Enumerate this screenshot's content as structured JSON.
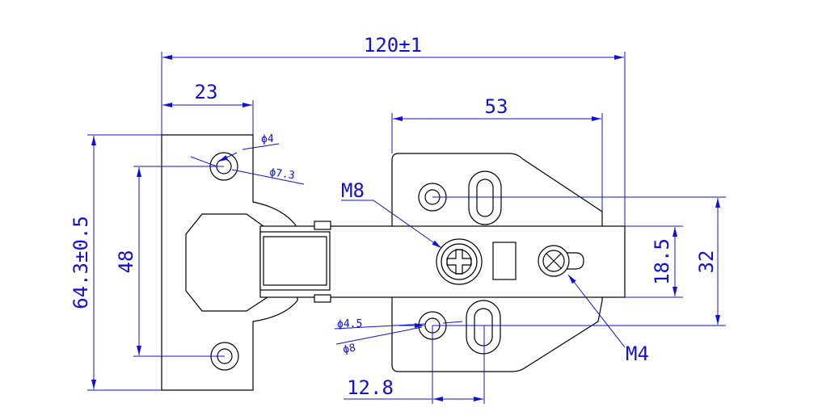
{
  "colors": {
    "part": "#000000",
    "dimension": "#1010d8",
    "background": "#ffffff"
  },
  "dimensions": {
    "overall_length": "120±1",
    "cup_plate_width": "23",
    "arm_plate_width": "53",
    "cup_height": "64.3±0.5",
    "cup_hole_spacing": "48",
    "hole_spacing_32": "32",
    "arm_height": "18.5",
    "slot_offset": "12.8"
  },
  "callouts": {
    "dia_4": "ϕ4",
    "dia_7_3": "ϕ7.3",
    "thread_m8": "M8",
    "thread_m4": "M4",
    "dia_4_5": "ϕ4.5",
    "dia_8": "ϕ8"
  }
}
